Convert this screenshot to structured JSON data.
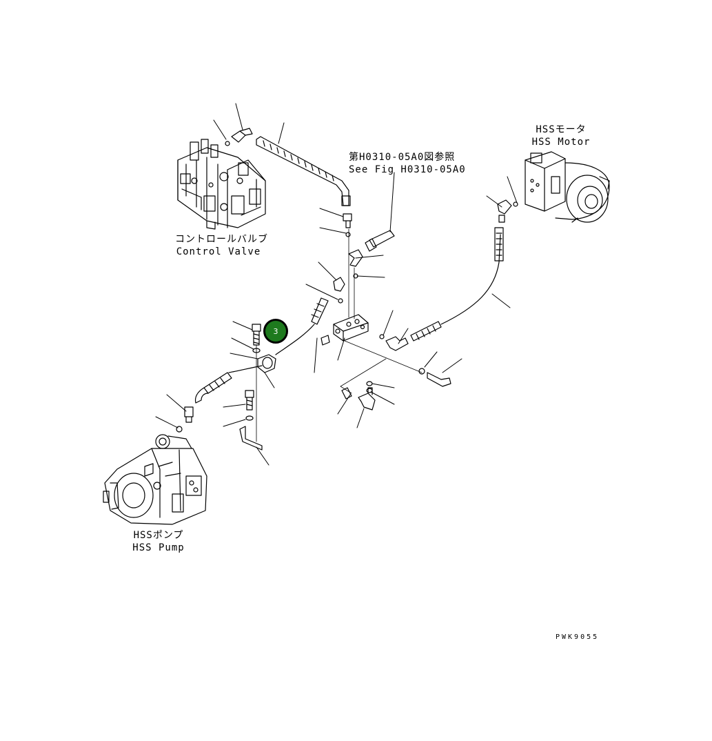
{
  "labels": {
    "control_valve_jp": "コントロールバルブ",
    "control_valve_en": "Control Valve",
    "see_fig_jp": "第H0310-05A0図参照",
    "see_fig_en": "See Fig H0310-05A0",
    "motor_jp": "HSSモータ",
    "motor_en": "HSS Motor",
    "pump_jp": "HSSポンプ",
    "pump_en": "HSS Pump",
    "drawing_code": "PWK9055"
  },
  "marker": {
    "number": "3",
    "color": "#1e7a1e"
  }
}
